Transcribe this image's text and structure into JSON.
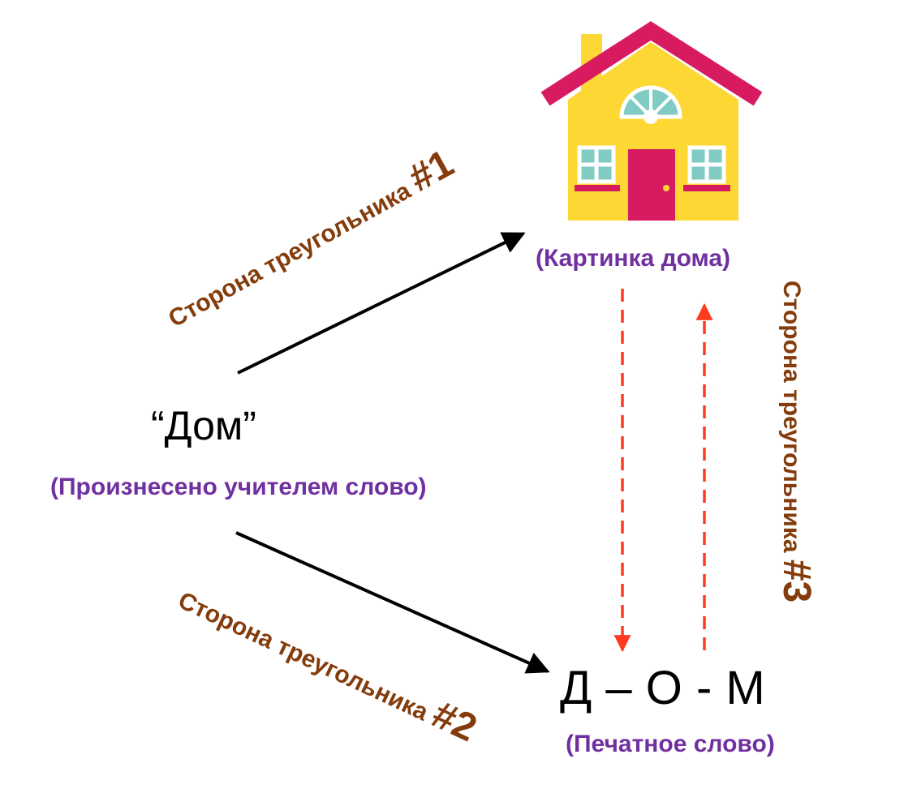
{
  "labels": {
    "spoken_word": "“Дом”",
    "spoken_caption": "(Произнесено учителем слово)",
    "house_caption": "(Картинка дома)",
    "printed_word": "Д – О - М",
    "printed_caption": "(Печатное слово)"
  },
  "sides": [
    {
      "text": "Сторона треугольника ",
      "number": "#1"
    },
    {
      "text": "Сторона треугольника ",
      "number": "#2"
    },
    {
      "text": "Сторона треугольника ",
      "number": "#3"
    }
  ],
  "colors": {
    "caption": "#7030a0",
    "side_label": "#843c0c",
    "dashed_arrow": "#ff3b1f",
    "solid_arrow": "#000000",
    "house_wall": "#fdd835",
    "house_roof": "#d81b60",
    "house_door": "#d81b60",
    "house_window": "#80cbc4"
  },
  "icons": {
    "house": "house-icon"
  }
}
